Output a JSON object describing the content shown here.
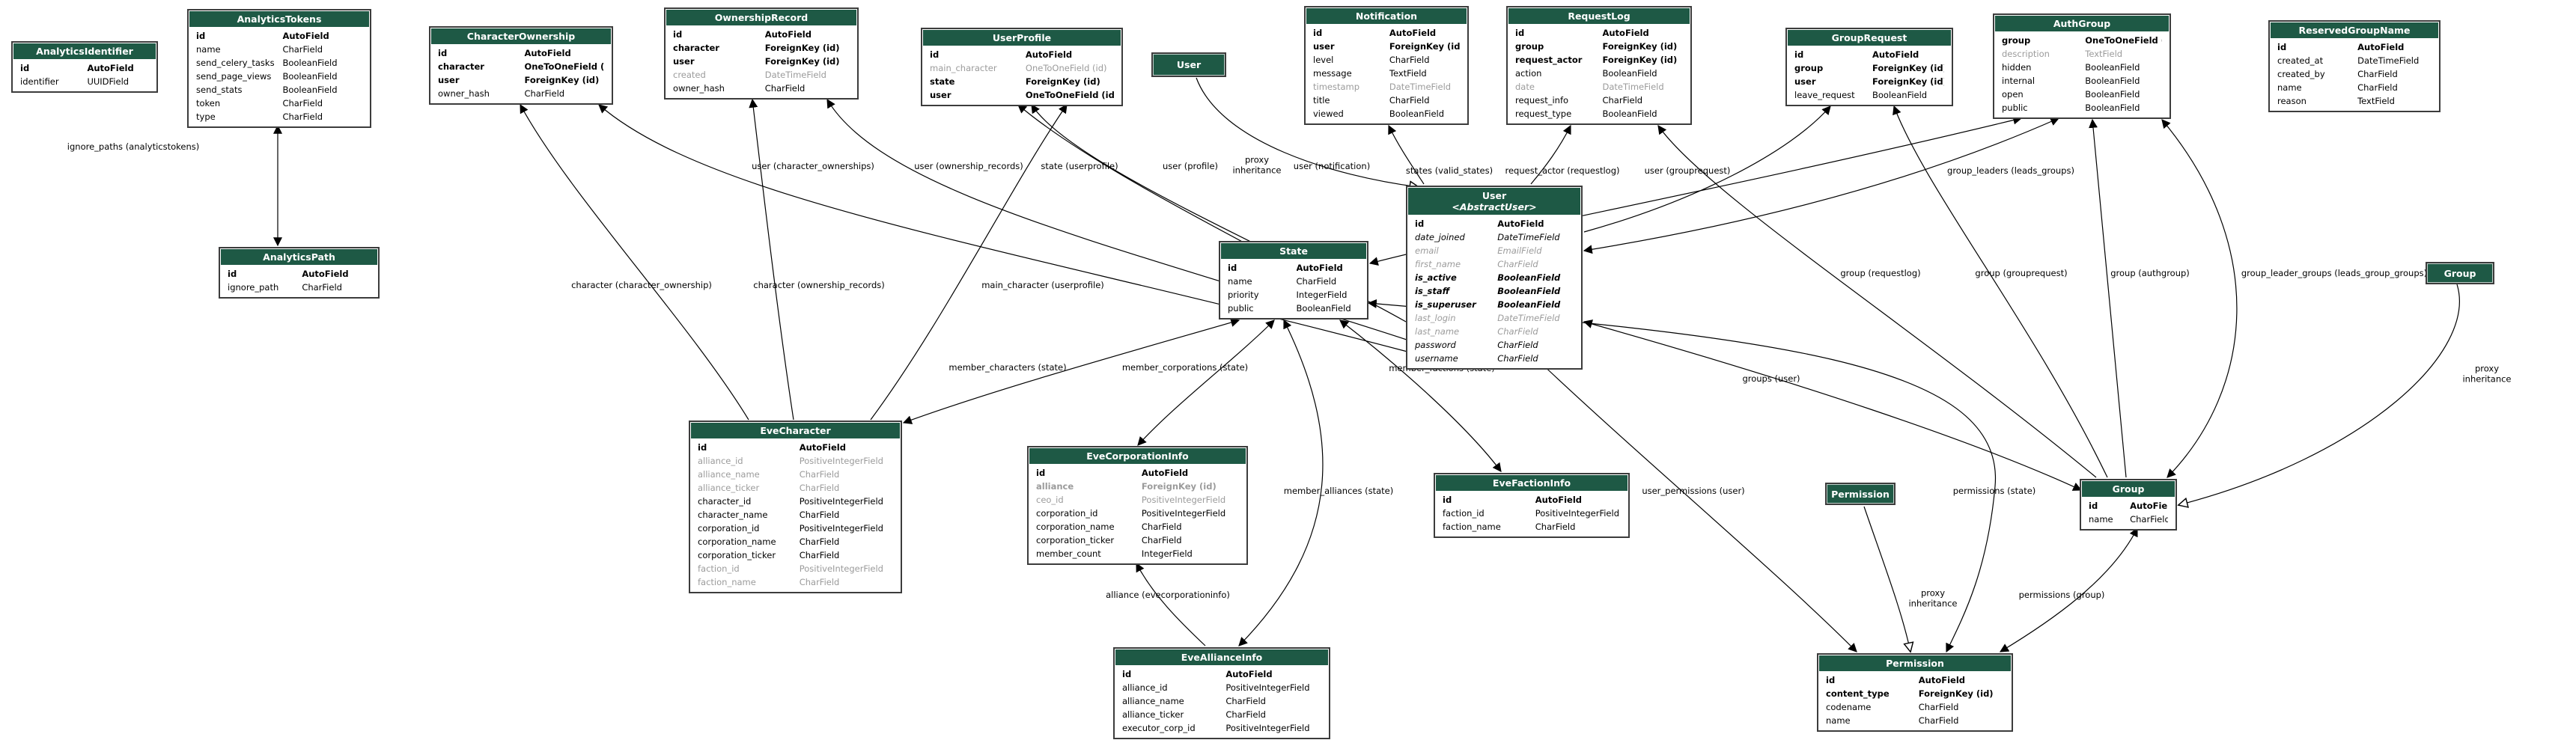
{
  "diagram": {
    "title": "Model relationship diagram",
    "colors": {
      "header": "#1e5945",
      "border": "#3c3c3c",
      "muted_field": "#9b9b9b",
      "edge": "#000000"
    },
    "entities": [
      {
        "name": "AnalyticsIdentifier",
        "stereotype": "",
        "kind": "table",
        "fields": [
          {
            "name": "id",
            "type": "AutoField",
            "style": "b"
          },
          {
            "name": "identifier",
            "type": "UUIDField",
            "style": ""
          }
        ]
      },
      {
        "name": "AnalyticsTokens",
        "stereotype": "",
        "kind": "table",
        "fields": [
          {
            "name": "id",
            "type": "AutoField",
            "style": "b"
          },
          {
            "name": "name",
            "type": "CharField",
            "style": ""
          },
          {
            "name": "send_celery_tasks",
            "type": "BooleanField",
            "style": ""
          },
          {
            "name": "send_page_views",
            "type": "BooleanField",
            "style": ""
          },
          {
            "name": "send_stats",
            "type": "BooleanField",
            "style": ""
          },
          {
            "name": "token",
            "type": "CharField",
            "style": ""
          },
          {
            "name": "type",
            "type": "CharField",
            "style": ""
          }
        ]
      },
      {
        "name": "CharacterOwnership",
        "stereotype": "",
        "kind": "table",
        "fields": [
          {
            "name": "id",
            "type": "AutoField",
            "style": "b"
          },
          {
            "name": "character",
            "type": "OneToOneField (id)",
            "style": "b"
          },
          {
            "name": "user",
            "type": "ForeignKey (id)",
            "style": "b"
          },
          {
            "name": "owner_hash",
            "type": "CharField",
            "style": ""
          }
        ]
      },
      {
        "name": "OwnershipRecord",
        "stereotype": "",
        "kind": "table",
        "fields": [
          {
            "name": "id",
            "type": "AutoField",
            "style": "b"
          },
          {
            "name": "character",
            "type": "ForeignKey (id)",
            "style": "b"
          },
          {
            "name": "user",
            "type": "ForeignKey (id)",
            "style": "b"
          },
          {
            "name": "created",
            "type": "DateTimeField",
            "style": "g"
          },
          {
            "name": "owner_hash",
            "type": "CharField",
            "style": ""
          }
        ]
      },
      {
        "name": "UserProfile",
        "stereotype": "",
        "kind": "table",
        "fields": [
          {
            "name": "id",
            "type": "AutoField",
            "style": "b"
          },
          {
            "name": "main_character",
            "type": "OneToOneField (id)",
            "style": "g"
          },
          {
            "name": "state",
            "type": "ForeignKey (id)",
            "style": "b"
          },
          {
            "name": "user",
            "type": "OneToOneField (id)",
            "style": "b"
          }
        ]
      },
      {
        "name": "User",
        "stereotype": "",
        "kind": "proxy",
        "fields": []
      },
      {
        "name": "Notification",
        "stereotype": "",
        "kind": "table",
        "fields": [
          {
            "name": "id",
            "type": "AutoField",
            "style": "b"
          },
          {
            "name": "user",
            "type": "ForeignKey (id)",
            "style": "b"
          },
          {
            "name": "level",
            "type": "CharField",
            "style": ""
          },
          {
            "name": "message",
            "type": "TextField",
            "style": ""
          },
          {
            "name": "timestamp",
            "type": "DateTimeField",
            "style": "g"
          },
          {
            "name": "title",
            "type": "CharField",
            "style": ""
          },
          {
            "name": "viewed",
            "type": "BooleanField",
            "style": ""
          }
        ]
      },
      {
        "name": "RequestLog",
        "stereotype": "",
        "kind": "table",
        "fields": [
          {
            "name": "id",
            "type": "AutoField",
            "style": "b"
          },
          {
            "name": "group",
            "type": "ForeignKey (id)",
            "style": "b"
          },
          {
            "name": "request_actor",
            "type": "ForeignKey (id)",
            "style": "b"
          },
          {
            "name": "action",
            "type": "BooleanField",
            "style": ""
          },
          {
            "name": "date",
            "type": "DateTimeField",
            "style": "g"
          },
          {
            "name": "request_info",
            "type": "CharField",
            "style": ""
          },
          {
            "name": "request_type",
            "type": "BooleanField",
            "style": ""
          }
        ]
      },
      {
        "name": "GroupRequest",
        "stereotype": "",
        "kind": "table",
        "fields": [
          {
            "name": "id",
            "type": "AutoField",
            "style": "b"
          },
          {
            "name": "group",
            "type": "ForeignKey (id)",
            "style": "b"
          },
          {
            "name": "user",
            "type": "ForeignKey (id)",
            "style": "b"
          },
          {
            "name": "leave_request",
            "type": "BooleanField",
            "style": ""
          }
        ]
      },
      {
        "name": "AuthGroup",
        "stereotype": "",
        "kind": "table",
        "fields": [
          {
            "name": "group",
            "type": "OneToOneField (id)",
            "style": "b"
          },
          {
            "name": "description",
            "type": "TextField",
            "style": "g"
          },
          {
            "name": "hidden",
            "type": "BooleanField",
            "style": ""
          },
          {
            "name": "internal",
            "type": "BooleanField",
            "style": ""
          },
          {
            "name": "open",
            "type": "BooleanField",
            "style": ""
          },
          {
            "name": "public",
            "type": "BooleanField",
            "style": ""
          }
        ]
      },
      {
        "name": "ReservedGroupName",
        "stereotype": "",
        "kind": "table",
        "fields": [
          {
            "name": "id",
            "type": "AutoField",
            "style": "b"
          },
          {
            "name": "created_at",
            "type": "DateTimeField",
            "style": ""
          },
          {
            "name": "created_by",
            "type": "CharField",
            "style": ""
          },
          {
            "name": "name",
            "type": "CharField",
            "style": ""
          },
          {
            "name": "reason",
            "type": "TextField",
            "style": ""
          }
        ]
      },
      {
        "name": "AnalyticsPath",
        "stereotype": "",
        "kind": "table",
        "fields": [
          {
            "name": "id",
            "type": "AutoField",
            "style": "b"
          },
          {
            "name": "ignore_path",
            "type": "CharField",
            "style": ""
          }
        ]
      },
      {
        "name": "State",
        "stereotype": "",
        "kind": "table",
        "fields": [
          {
            "name": "id",
            "type": "AutoField",
            "style": "b"
          },
          {
            "name": "name",
            "type": "CharField",
            "style": ""
          },
          {
            "name": "priority",
            "type": "IntegerField",
            "style": ""
          },
          {
            "name": "public",
            "type": "BooleanField",
            "style": ""
          }
        ]
      },
      {
        "name": "User",
        "stereotype": "<AbstractUser>",
        "kind": "table",
        "fields": [
          {
            "name": "id",
            "type": "AutoField",
            "style": "b"
          },
          {
            "name": "date_joined",
            "type": "DateTimeField",
            "style": "i"
          },
          {
            "name": "email",
            "type": "EmailField",
            "style": "gi"
          },
          {
            "name": "first_name",
            "type": "CharField",
            "style": "gi"
          },
          {
            "name": "is_active",
            "type": "BooleanField",
            "style": "bi"
          },
          {
            "name": "is_staff",
            "type": "BooleanField",
            "style": "bi"
          },
          {
            "name": "is_superuser",
            "type": "BooleanField",
            "style": "bi"
          },
          {
            "name": "last_login",
            "type": "DateTimeField",
            "style": "gi"
          },
          {
            "name": "last_name",
            "type": "CharField",
            "style": "gi"
          },
          {
            "name": "password",
            "type": "CharField",
            "style": "i"
          },
          {
            "name": "username",
            "type": "CharField",
            "style": "i"
          }
        ]
      },
      {
        "name": "Group",
        "stereotype": "",
        "kind": "proxy",
        "fields": []
      },
      {
        "name": "EveCharacter",
        "stereotype": "",
        "kind": "table",
        "fields": [
          {
            "name": "id",
            "type": "AutoField",
            "style": "b"
          },
          {
            "name": "alliance_id",
            "type": "PositiveIntegerField",
            "style": "g"
          },
          {
            "name": "alliance_name",
            "type": "CharField",
            "style": "g"
          },
          {
            "name": "alliance_ticker",
            "type": "CharField",
            "style": "g"
          },
          {
            "name": "character_id",
            "type": "PositiveIntegerField",
            "style": ""
          },
          {
            "name": "character_name",
            "type": "CharField",
            "style": ""
          },
          {
            "name": "corporation_id",
            "type": "PositiveIntegerField",
            "style": ""
          },
          {
            "name": "corporation_name",
            "type": "CharField",
            "style": ""
          },
          {
            "name": "corporation_ticker",
            "type": "CharField",
            "style": ""
          },
          {
            "name": "faction_id",
            "type": "PositiveIntegerField",
            "style": "g"
          },
          {
            "name": "faction_name",
            "type": "CharField",
            "style": "g"
          }
        ]
      },
      {
        "name": "EveCorporationInfo",
        "stereotype": "",
        "kind": "table",
        "fields": [
          {
            "name": "id",
            "type": "AutoField",
            "style": "b"
          },
          {
            "name": "alliance",
            "type": "ForeignKey (id)",
            "style": "bg"
          },
          {
            "name": "ceo_id",
            "type": "PositiveIntegerField",
            "style": "g"
          },
          {
            "name": "corporation_id",
            "type": "PositiveIntegerField",
            "style": ""
          },
          {
            "name": "corporation_name",
            "type": "CharField",
            "style": ""
          },
          {
            "name": "corporation_ticker",
            "type": "CharField",
            "style": ""
          },
          {
            "name": "member_count",
            "type": "IntegerField",
            "style": ""
          }
        ]
      },
      {
        "name": "EveFactionInfo",
        "stereotype": "",
        "kind": "table",
        "fields": [
          {
            "name": "id",
            "type": "AutoField",
            "style": "b"
          },
          {
            "name": "faction_id",
            "type": "PositiveIntegerField",
            "style": ""
          },
          {
            "name": "faction_name",
            "type": "CharField",
            "style": ""
          }
        ]
      },
      {
        "name": "Permission",
        "stereotype": "",
        "kind": "proxy",
        "fields": []
      },
      {
        "name": "Group",
        "stereotype": "",
        "kind": "table",
        "fields": [
          {
            "name": "id",
            "type": "AutoField",
            "style": "b"
          },
          {
            "name": "name",
            "type": "CharField",
            "style": ""
          }
        ]
      },
      {
        "name": "EveAllianceInfo",
        "stereotype": "",
        "kind": "table",
        "fields": [
          {
            "name": "id",
            "type": "AutoField",
            "style": "b"
          },
          {
            "name": "alliance_id",
            "type": "PositiveIntegerField",
            "style": ""
          },
          {
            "name": "alliance_name",
            "type": "CharField",
            "style": ""
          },
          {
            "name": "alliance_ticker",
            "type": "CharField",
            "style": ""
          },
          {
            "name": "executor_corp_id",
            "type": "PositiveIntegerField",
            "style": ""
          }
        ]
      },
      {
        "name": "Permission",
        "stereotype": "",
        "kind": "table",
        "fields": [
          {
            "name": "id",
            "type": "AutoField",
            "style": "b"
          },
          {
            "name": "content_type",
            "type": "ForeignKey (id)",
            "style": "b"
          },
          {
            "name": "codename",
            "type": "CharField",
            "style": ""
          },
          {
            "name": "name",
            "type": "CharField",
            "style": ""
          }
        ]
      }
    ],
    "edge_labels": [
      {
        "text": "ignore_paths (analyticstokens)"
      },
      {
        "text": "user (character_ownerships)"
      },
      {
        "text": "user (ownership_records)"
      },
      {
        "text": "state (userprofile)"
      },
      {
        "text": "user (profile)"
      },
      {
        "text": "proxy\ninheritance"
      },
      {
        "text": "user (notification)"
      },
      {
        "text": "states (valid_states)"
      },
      {
        "text": "request_actor (requestlog)"
      },
      {
        "text": "user (grouprequest)"
      },
      {
        "text": "group_leaders (leads_groups)"
      },
      {
        "text": "character (character_ownership)"
      },
      {
        "text": "character (ownership_records)"
      },
      {
        "text": "main_character (userprofile)"
      },
      {
        "text": "group (requestlog)"
      },
      {
        "text": "group (grouprequest)"
      },
      {
        "text": "group (authgroup)"
      },
      {
        "text": "group_leader_groups (leads_group_groups)"
      },
      {
        "text": "groups (user)"
      },
      {
        "text": "proxy\ninheritance"
      },
      {
        "text": "member_characters (state)"
      },
      {
        "text": "member_corporations (state)"
      },
      {
        "text": "member_factions (state)"
      },
      {
        "text": "member_alliances (state)"
      },
      {
        "text": "user_permissions (user)"
      },
      {
        "text": "permissions (state)"
      },
      {
        "text": "alliance (evecorporationinfo)"
      },
      {
        "text": "proxy\ninheritance"
      },
      {
        "text": "permissions (group)"
      }
    ]
  }
}
